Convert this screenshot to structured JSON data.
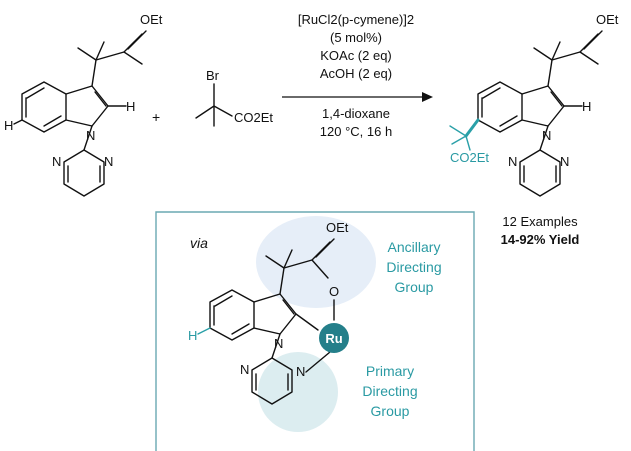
{
  "reagents": {
    "catalyst": "[RuCl2(p-cymene)]2",
    "loading": "(5 mol%)",
    "base": "KOAc (2 eq)",
    "acid": "AcOH (2 eq)",
    "solvent": "1,4-dioxane",
    "conditions": "120 °C, 16 h"
  },
  "plus": "+",
  "atoms": {
    "oet": "OEt",
    "h": "H",
    "n": "N",
    "br": "Br",
    "co2et": "CO2Et",
    "o": "O",
    "ru": "Ru"
  },
  "scope": {
    "examples": "12 Examples",
    "yield": "14-92% Yield"
  },
  "mechanism": {
    "via": "via",
    "ancillary": [
      "Ancillary",
      "Directing",
      "Group"
    ],
    "primary": [
      "Primary",
      "Directing",
      "Group"
    ]
  },
  "colors": {
    "teal": "#2a9aa3",
    "highlight_blue": "#e6eef8",
    "highlight_teal": "#dcedf0",
    "box_border": "#6aa9b2"
  }
}
